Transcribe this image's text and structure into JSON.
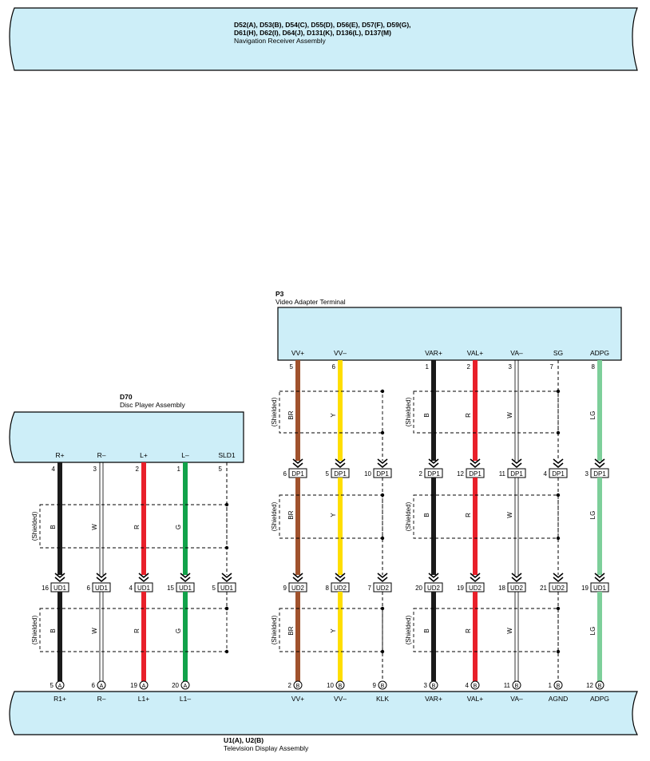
{
  "nav_receiver": {
    "connectors_line1": "D52(A), D53(B), D54(C), D55(D), D56(E), D57(F), D59(G),",
    "connectors_line2": "D61(H), D62(I), D64(J), D131(K), D136(L), D137(M)",
    "name": "Navigation Receiver Assembly"
  },
  "video_adapter": {
    "code": "P3",
    "name": "Video Adapter Terminal"
  },
  "disc_player": {
    "code": "D70",
    "name": "Disc Player Assembly"
  },
  "television": {
    "code": "U1(A), U2(B)",
    "name": "Television Display Assembly"
  },
  "shield_label": "(Shielded)",
  "colors": {
    "fill": "#cdeef8",
    "black": "#1a1a1a",
    "red": "#e8202a",
    "green": "#11a24a",
    "brown": "#a0522d",
    "yellow": "#ffde00",
    "lightgreen": "#7dcf9a"
  },
  "wires": [
    {
      "top_term": "R+",
      "top_pin": "4",
      "color": "black",
      "color_code": "B",
      "mid_conn": "UD1",
      "mid_pin": "16",
      "bot_pin": "5",
      "bot_conn": "A",
      "bot_term": "R1+",
      "shielded": true
    },
    {
      "top_term": "R–",
      "top_pin": "3",
      "color": "white",
      "color_code": "W",
      "mid_conn": "UD1",
      "mid_pin": "6",
      "bot_pin": "6",
      "bot_conn": "A",
      "bot_term": "R–",
      "shielded": true
    },
    {
      "top_term": "L+",
      "top_pin": "2",
      "color": "red",
      "color_code": "R",
      "mid_conn": "UD1",
      "mid_pin": "4",
      "bot_pin": "19",
      "bot_conn": "A",
      "bot_term": "L1+",
      "shielded": true
    },
    {
      "top_term": "L–",
      "top_pin": "1",
      "color": "green",
      "color_code": "G",
      "mid_conn": "UD1",
      "mid_pin": "15",
      "bot_pin": "20",
      "bot_conn": "A",
      "bot_term": "L1–",
      "shielded": true
    },
    {
      "top_term": "SLD1",
      "top_pin": "5",
      "color": "dashed",
      "color_code": "",
      "mid_conn": "UD1",
      "mid_pin": "5",
      "bot_pin": "",
      "bot_conn": "",
      "bot_term": "",
      "shielded": false
    },
    {
      "top_term": "VV+",
      "top_pin": "5",
      "color": "brown",
      "color_code": "BR",
      "dp_conn": "DP1",
      "dp_pin": "6",
      "mid_conn": "UD2",
      "mid_pin": "9",
      "bot_pin": "2",
      "bot_conn": "B",
      "bot_term": "VV+",
      "shielded": true
    },
    {
      "top_term": "VV–",
      "top_pin": "6",
      "color": "yellow",
      "color_code": "Y",
      "dp_conn": "DP1",
      "dp_pin": "5",
      "mid_conn": "UD2",
      "mid_pin": "8",
      "bot_pin": "10",
      "bot_conn": "B",
      "bot_term": "VV–",
      "shielded": true
    },
    {
      "top_term": "",
      "top_pin": "",
      "color": "dashed",
      "color_code": "",
      "dp_conn": "DP1",
      "dp_pin": "10",
      "mid_conn": "UD2",
      "mid_pin": "7",
      "bot_pin": "9",
      "bot_conn": "B",
      "bot_term": "KLK",
      "shielded": false
    },
    {
      "top_term": "VAR+",
      "top_pin": "1",
      "color": "black",
      "color_code": "B",
      "dp_conn": "DP1",
      "dp_pin": "2",
      "mid_conn": "UD2",
      "mid_pin": "20",
      "bot_pin": "3",
      "bot_conn": "B",
      "bot_term": "VAR+",
      "shielded": true
    },
    {
      "top_term": "VAL+",
      "top_pin": "2",
      "color": "red",
      "color_code": "R",
      "dp_conn": "DP1",
      "dp_pin": "12",
      "mid_conn": "UD2",
      "mid_pin": "19",
      "bot_pin": "4",
      "bot_conn": "B",
      "bot_term": "VAL+",
      "shielded": true
    },
    {
      "top_term": "VA–",
      "top_pin": "3",
      "color": "white",
      "color_code": "W",
      "dp_conn": "DP1",
      "dp_pin": "11",
      "mid_conn": "UD2",
      "mid_pin": "18",
      "bot_pin": "11",
      "bot_conn": "B",
      "bot_term": "VA–",
      "shielded": true
    },
    {
      "top_term": "SG",
      "top_pin": "7",
      "color": "dashed",
      "color_code": "",
      "dp_conn": "DP1",
      "dp_pin": "4",
      "mid_conn": "UD2",
      "mid_pin": "21",
      "bot_pin": "1",
      "bot_conn": "B",
      "bot_term": "AGND",
      "shielded": false
    },
    {
      "top_term": "ADPG",
      "top_pin": "8",
      "color": "lightgreen",
      "color_code": "LG",
      "dp_conn": "DP1",
      "dp_pin": "3",
      "mid_conn": "UD1",
      "mid_pin": "19",
      "bot_pin": "12",
      "bot_conn": "B",
      "bot_term": "ADPG",
      "shielded": false
    }
  ]
}
